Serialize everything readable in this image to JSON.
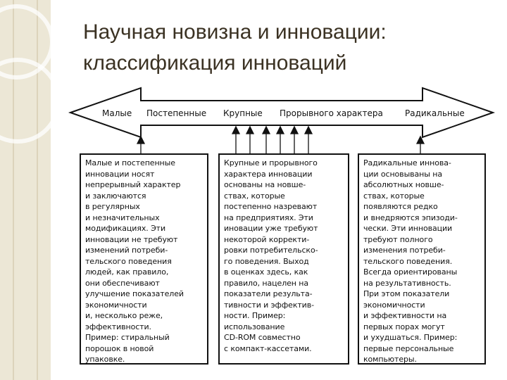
{
  "title": {
    "line1": "Научная новизна и инновации:",
    "line2": "классификация инноваций"
  },
  "arrow_labels": [
    "Малые",
    "Постепенные",
    "Крупные",
    "Прорывного характера",
    "Радикальные"
  ],
  "boxes": [
    {
      "text": "Малые и постепенные\nинновации носят\nнепрерывный характер\nи заключаются\nв регулярных\nи незначительных\nмодификациях. Эти\nинновации не требуют\nизменений потреби-\nтельского поведения\nлюдей, как правило,\nони обеспечивают\nулучшение показателей\nэкономичности\nи, несколько реже,\nэффективности.\nПример: стиральный\nпорошок в новой\nупаковке."
    },
    {
      "text": "Крупные и прорывного\nхарактера инновации\nоснованы на новше-\nствах, которые\nпостепенно назревают\nна предприятиях. Эти\nиновации уже требуют\nнекоторой корректи-\nровки потребительско-\nго поведения. Выход\nв оценках здесь, как\nправило, нацелен на\nпоказатели результа-\nтивности и эффектив-\nности. Пример:\nиспользование\nCD-ROM совместно\nс компакт-кассетами."
    },
    {
      "text": "Радикальные иннова-\nции основываны на\nабсолютных новше-\nствах, которые\nпоявляются редко\nи внедряются эпизоди-\nчески. Эти инновации\nтребуют полного\nизменения потреби-\nтельского поведения.\nВсегда ориентированы\nна результативность.\nПри этом показатели\nэкономичности\nи эффективности на\nпервых порах могут\nи ухудшаться. Пример:\nпервые персональные\nкомпьютеры."
    }
  ],
  "colors": {
    "sidebar": "#ece7d6",
    "title_text": "#3b3223",
    "ink": "#111111"
  }
}
